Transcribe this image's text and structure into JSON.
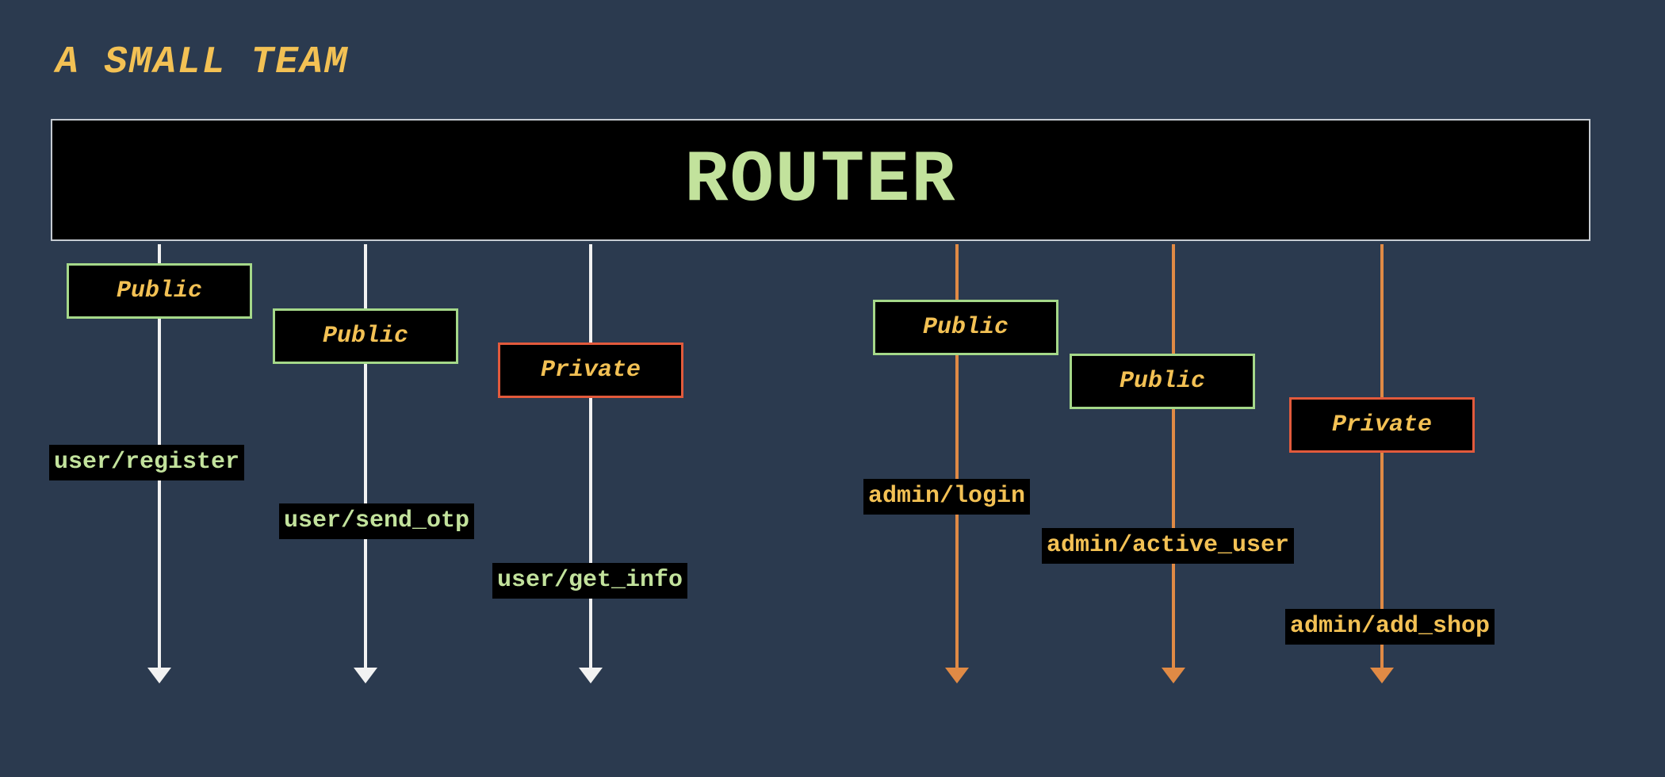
{
  "title": "A SMALL TEAM",
  "router": {
    "label": "ROUTER"
  },
  "colors": {
    "background": "#2b3a4f",
    "title": "#f3c154",
    "router_text": "#c2e29c",
    "user_route_line": "#f2f2f2",
    "admin_route_line": "#e08a45",
    "public_border": "#a5d889",
    "private_border": "#e25a3c"
  },
  "routes": [
    {
      "access": "Public",
      "path": "user/register",
      "group": "user"
    },
    {
      "access": "Public",
      "path": "user/send_otp",
      "group": "user"
    },
    {
      "access": "Private",
      "path": "user/get_info",
      "group": "user"
    },
    {
      "access": "Public",
      "path": "admin/login",
      "group": "admin"
    },
    {
      "access": "Public",
      "path": "admin/active_user",
      "group": "admin"
    },
    {
      "access": "Private",
      "path": "admin/add_shop",
      "group": "admin"
    }
  ]
}
